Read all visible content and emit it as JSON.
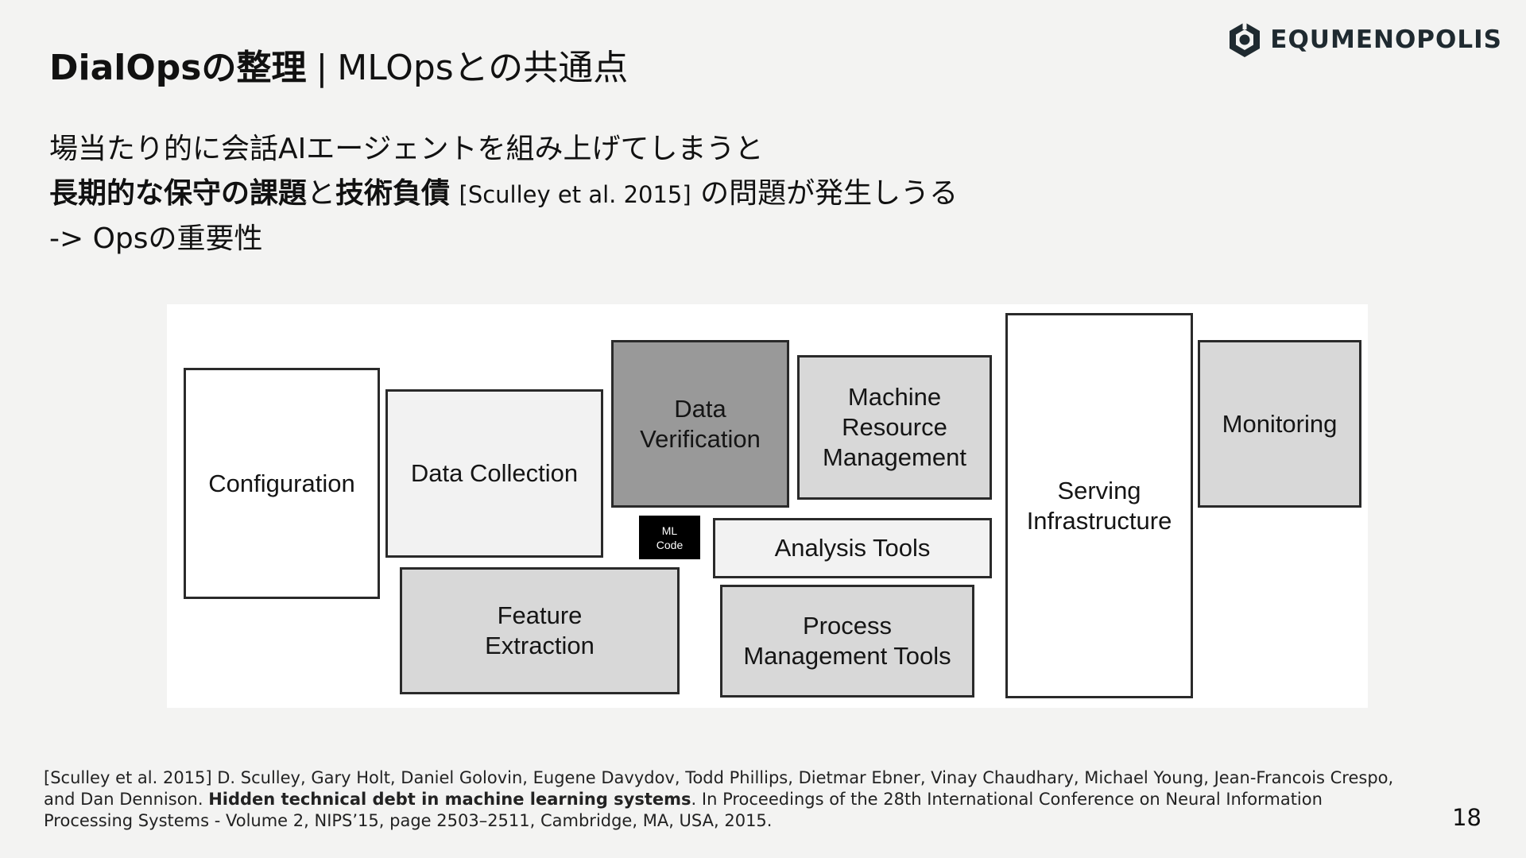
{
  "logo": {
    "text": "EQUMENOPOLIS",
    "icon": "hexagon-logo-icon"
  },
  "title": {
    "bold": "DialOpsの整理",
    "separator": "|",
    "rest": "MLOpsとの共通点"
  },
  "body": {
    "line1": "場当たり的に会話AIエージェントを組み上げてしまうと",
    "line2_bold1": "長期的な保守の課題",
    "line2_mid": "と",
    "line2_bold2": "技術負債",
    "line2_cite": "[Sculley et al. 2015]",
    "line2_rest": "の問題が発生しうる",
    "line3": "-> Opsの重要性"
  },
  "diagram": {
    "boxes": {
      "configuration": "Configuration",
      "data_collection": "Data Collection",
      "data_verification": "Data\nVerification",
      "machine_resource_management": "Machine\nResource\nManagement",
      "serving_infrastructure": "Serving\nInfrastructure",
      "monitoring": "Monitoring",
      "ml_code": "ML\nCode",
      "analysis_tools": "Analysis Tools",
      "feature_extraction": "Feature\nExtraction",
      "process_management_tools": "Process\nManagement Tools"
    }
  },
  "reference": {
    "prefix": "[Sculley et al. 2015] D. Sculley, Gary Holt, Daniel Golovin, Eugene Davydov, Todd Phillips, Dietmar Ebner, Vinay Chaudhary, Michael Young, Jean-Francois Crespo, and Dan Dennison. ",
    "title": "Hidden technical debt in machine learning systems",
    "suffix": ". In Proceedings of the 28th International Conference on Neural Information Processing Systems - Volume 2, NIPS’15, page 2503–2511, Cambridge, MA, USA, 2015."
  },
  "page_number": "18"
}
